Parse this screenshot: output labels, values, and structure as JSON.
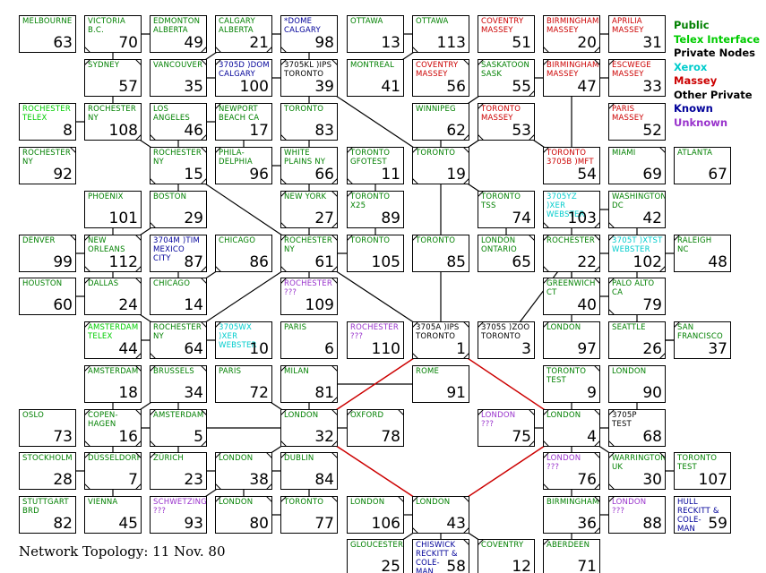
{
  "colors": {
    "public": "#008000",
    "telex": "#00cc00",
    "private": "#000000",
    "xerox": "#00cccc",
    "massey": "#cc0000",
    "other": "#000000",
    "known": "#000099",
    "unknown": "#9933cc",
    "red_link": "#cc0000"
  },
  "caption": "Network Topology: 11 Nov. 80",
  "legend": [
    {
      "label": "Public",
      "cls": "public"
    },
    {
      "label": "Telex Interface",
      "cls": "telex"
    },
    {
      "label": "Private Nodes",
      "cls": "private"
    },
    {
      "label": "Xerox",
      "cls": "xerox"
    },
    {
      "label": "Massey",
      "cls": "massey"
    },
    {
      "label": "Other Private",
      "cls": "other"
    },
    {
      "label": "Known",
      "cls": "known"
    },
    {
      "label": "Unknown",
      "cls": "unknown"
    }
  ],
  "nodes": [
    {
      "id": "63",
      "label": "MELBOURNE",
      "cls": "public"
    },
    {
      "id": "70",
      "label": "VICTORIA\nB.C.",
      "cls": "public"
    },
    {
      "id": "49",
      "label": "EDMONTON\nALBERTA",
      "cls": "public"
    },
    {
      "id": "21",
      "label": "CALGARY\nALBERTA",
      "cls": "public"
    },
    {
      "id": "98",
      "label": "*DOME\nCALGARY",
      "cls": "known"
    },
    {
      "id": "13",
      "label": "OTTAWA",
      "cls": "public"
    },
    {
      "id": "113",
      "label": "OTTAWA",
      "cls": "public"
    },
    {
      "id": "51",
      "label": "COVENTRY\nMASSEY",
      "cls": "massey"
    },
    {
      "id": "20",
      "label": "BIRMINGHAM\nMASSEY",
      "cls": "massey"
    },
    {
      "id": "31",
      "label": "APRILIA\nMASSEY",
      "cls": "massey"
    },
    {
      "id": "57",
      "label": "SYDNEY",
      "cls": "public"
    },
    {
      "id": "35",
      "label": "VANCOUVER",
      "cls": "public"
    },
    {
      "id": "100",
      "label": "3705D )DOM\nCALGARY",
      "cls": "known"
    },
    {
      "id": "39",
      "label": "3705KL )IPS\nTORONTO",
      "cls": "other"
    },
    {
      "id": "41",
      "label": "MONTREAL",
      "cls": "public"
    },
    {
      "id": "56",
      "label": "COVENTRY\nMASSEY",
      "cls": "massey"
    },
    {
      "id": "55",
      "label": "SASKATOON\nSASK",
      "cls": "public"
    },
    {
      "id": "47",
      "label": "BIRMINGHAM\nMASSEY",
      "cls": "massey"
    },
    {
      "id": "33",
      "label": "ESCWEGE\nMASSEY",
      "cls": "massey"
    },
    {
      "id": "8",
      "label": "ROCHESTER\nTELEX",
      "cls": "telex"
    },
    {
      "id": "108",
      "label": "ROCHESTER\nNY",
      "cls": "public"
    },
    {
      "id": "46",
      "label": "LOS\nANGELES",
      "cls": "public"
    },
    {
      "id": "17",
      "label": "NEWPORT\nBEACH CA",
      "cls": "public"
    },
    {
      "id": "83",
      "label": "TORONTO",
      "cls": "public"
    },
    {
      "id": "62",
      "label": "WINNIPEG",
      "cls": "public"
    },
    {
      "id": "53",
      "label": "TORONTO\nMASSEY",
      "cls": "massey"
    },
    {
      "id": "52",
      "label": "PARIS\nMASSEY",
      "cls": "massey"
    },
    {
      "id": "92",
      "label": "ROCHESTER\nNY",
      "cls": "public"
    },
    {
      "id": "15",
      "label": "ROCHESTER\nNY",
      "cls": "public"
    },
    {
      "id": "96",
      "label": "PHILA-\nDELPHIA",
      "cls": "public"
    },
    {
      "id": "66",
      "label": "WHITE\nPLAINS NY",
      "cls": "public"
    },
    {
      "id": "11",
      "label": "TORONTO\nGFOTEST",
      "cls": "public"
    },
    {
      "id": "19",
      "label": "TORONTO",
      "cls": "public"
    },
    {
      "id": "54",
      "label": "TORONTO\n3705B )MFT",
      "cls": "massey"
    },
    {
      "id": "69",
      "label": "MIAMI",
      "cls": "public"
    },
    {
      "id": "67",
      "label": "ATLANTA",
      "cls": "public"
    },
    {
      "id": "101",
      "label": "PHOENIX",
      "cls": "public"
    },
    {
      "id": "29",
      "label": "BOSTON",
      "cls": "public"
    },
    {
      "id": "27",
      "label": "NEW YORK",
      "cls": "public"
    },
    {
      "id": "89",
      "label": "TORONTO\nX25",
      "cls": "public"
    },
    {
      "id": "74",
      "label": "TORONTO\nTSS",
      "cls": "public"
    },
    {
      "id": "103",
      "label": "3705YZ )XER\nWEBSTER",
      "cls": "xerox"
    },
    {
      "id": "42",
      "label": "WASHINGTON\nDC",
      "cls": "public"
    },
    {
      "id": "99",
      "label": "DENVER",
      "cls": "public"
    },
    {
      "id": "112",
      "label": "NEW\nORLEANS",
      "cls": "public"
    },
    {
      "id": "87",
      "label": "3704M )TIM\nMEXICO\nCITY",
      "cls": "known"
    },
    {
      "id": "86",
      "label": "CHICAGO",
      "cls": "public"
    },
    {
      "id": "61",
      "label": "ROCHESTER\nNY",
      "cls": "public"
    },
    {
      "id": "105",
      "label": "TORONTO",
      "cls": "public"
    },
    {
      "id": "85",
      "label": "TORONTO",
      "cls": "public"
    },
    {
      "id": "65",
      "label": "LONDON\nONTARIO",
      "cls": "public"
    },
    {
      "id": "22",
      "label": "ROCHESTER",
      "cls": "public"
    },
    {
      "id": "102",
      "label": "3705T )XTST\nWEBSTER",
      "cls": "xerox"
    },
    {
      "id": "48",
      "label": "RALEIGH\nNC",
      "cls": "public"
    },
    {
      "id": "60",
      "label": "HOUSTON",
      "cls": "public"
    },
    {
      "id": "24",
      "label": "DALLAS",
      "cls": "public"
    },
    {
      "id": "14",
      "label": "CHICAGO",
      "cls": "public"
    },
    {
      "id": "109",
      "label": "ROCHESTER\n???",
      "cls": "unknown"
    },
    {
      "id": "40",
      "label": "GREENWICH\nCT",
      "cls": "public"
    },
    {
      "id": "79",
      "label": "PALO ALTO\nCA",
      "cls": "public"
    },
    {
      "id": "44",
      "label": "AMSTERDAM\nTELEX",
      "cls": "telex"
    },
    {
      "id": "64",
      "label": "ROCHESTER\nNY",
      "cls": "public"
    },
    {
      "id": "10",
      "label": "3705WX )XER\nWEBSTER",
      "cls": "xerox"
    },
    {
      "id": "6",
      "label": "PARIS",
      "cls": "public"
    },
    {
      "id": "110",
      "label": "ROCHESTER\n???",
      "cls": "unknown"
    },
    {
      "id": "1",
      "label": "3705A )IPS\nTORONTO",
      "cls": "other"
    },
    {
      "id": "3",
      "label": "3705S )ZOO\nTORONTO",
      "cls": "other"
    },
    {
      "id": "97",
      "label": "LONDON",
      "cls": "public"
    },
    {
      "id": "26",
      "label": "SEATTLE",
      "cls": "public"
    },
    {
      "id": "37",
      "label": "SAN\nFRANCISCO",
      "cls": "public"
    },
    {
      "id": "18",
      "label": "AMSTERDAM",
      "cls": "public"
    },
    {
      "id": "34",
      "label": "BRUSSELS",
      "cls": "public"
    },
    {
      "id": "72",
      "label": "PARIS",
      "cls": "public"
    },
    {
      "id": "81",
      "label": "MILAN",
      "cls": "public"
    },
    {
      "id": "91",
      "label": "ROME",
      "cls": "public"
    },
    {
      "id": "9",
      "label": "TORONTO\nTEST",
      "cls": "public"
    },
    {
      "id": "90",
      "label": "LONDON",
      "cls": "public"
    },
    {
      "id": "73",
      "label": "OSLO",
      "cls": "public"
    },
    {
      "id": "16",
      "label": "COPEN-\nHAGEN",
      "cls": "public"
    },
    {
      "id": "5",
      "label": "AMSTERDAM",
      "cls": "public"
    },
    {
      "id": "32",
      "label": "LONDON",
      "cls": "public"
    },
    {
      "id": "78",
      "label": "OXFORD",
      "cls": "public"
    },
    {
      "id": "75",
      "label": "LONDON\n???",
      "cls": "unknown"
    },
    {
      "id": "4",
      "label": "LONDON",
      "cls": "public"
    },
    {
      "id": "68",
      "label": "3705P\nTEST",
      "cls": "other"
    },
    {
      "id": "28",
      "label": "STOCKHOLM",
      "cls": "public"
    },
    {
      "id": "7",
      "label": "DÜSSELDORF",
      "cls": "public"
    },
    {
      "id": "23",
      "label": "ZÜRICH",
      "cls": "public"
    },
    {
      "id": "38",
      "label": "LONDON",
      "cls": "public"
    },
    {
      "id": "84",
      "label": "DUBLIN",
      "cls": "public"
    },
    {
      "id": "76",
      "label": "LONDON\n???",
      "cls": "unknown"
    },
    {
      "id": "30",
      "label": "WARRINGTON\nUK",
      "cls": "public"
    },
    {
      "id": "107",
      "label": "TORONTO\nTEST",
      "cls": "public"
    },
    {
      "id": "82",
      "label": "STUTTGART\nBRD",
      "cls": "public"
    },
    {
      "id": "45",
      "label": "VIENNA",
      "cls": "public"
    },
    {
      "id": "93",
      "label": "SCHWETZINGEN\n???",
      "cls": "unknown"
    },
    {
      "id": "80",
      "label": "LONDON",
      "cls": "public"
    },
    {
      "id": "77",
      "label": "TORONTO",
      "cls": "public"
    },
    {
      "id": "106",
      "label": "LONDON",
      "cls": "public"
    },
    {
      "id": "43",
      "label": "LONDON",
      "cls": "public"
    },
    {
      "id": "36",
      "label": "BIRMINGHAM",
      "cls": "public"
    },
    {
      "id": "88",
      "label": "LONDON\n???",
      "cls": "unknown"
    },
    {
      "id": "59",
      "label": "HULL\nRECKITT &\nCOLE-\nMAN",
      "cls": "known"
    },
    {
      "id": "25",
      "label": "GLOUCESTER",
      "cls": "public"
    },
    {
      "id": "58",
      "label": "CHISWICK\nRECKITT &\nCOLE-\nMAN",
      "cls": "known"
    },
    {
      "id": "12",
      "label": "COVENTRY",
      "cls": "public"
    },
    {
      "id": "71",
      "label": "ABERDEEN",
      "cls": "public"
    }
  ]
}
